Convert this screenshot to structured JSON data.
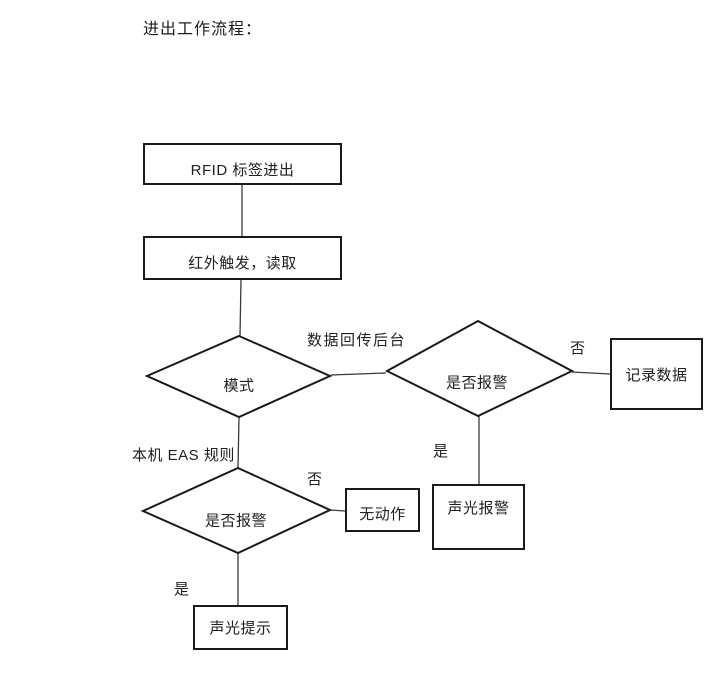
{
  "page": {
    "title": "进出工作流程："
  },
  "flowchart": {
    "nodes": {
      "rfid": {
        "label": "RFID 标签进出"
      },
      "infrared": {
        "label": "红外触发，读取"
      },
      "mode": {
        "label": "模式"
      },
      "alarm_backend": {
        "label": "是否报警"
      },
      "record": {
        "label": "记录数据"
      },
      "sound_alarm": {
        "label": "声光报警"
      },
      "alarm_local": {
        "label": "是否报警"
      },
      "no_action": {
        "label": "无动作"
      },
      "sound_prompt": {
        "label": "声光提示"
      }
    },
    "edge_labels": {
      "backend_path": "数据回传后台",
      "backend_no": "否",
      "backend_yes": "是",
      "local_path": "本机 EAS 规则",
      "local_no": "否",
      "local_yes": "是"
    },
    "colors": {
      "shape_stroke": "#1a1a1a",
      "connector": "#3a3a3a",
      "text": "#212121",
      "background": "#ffffff"
    }
  }
}
